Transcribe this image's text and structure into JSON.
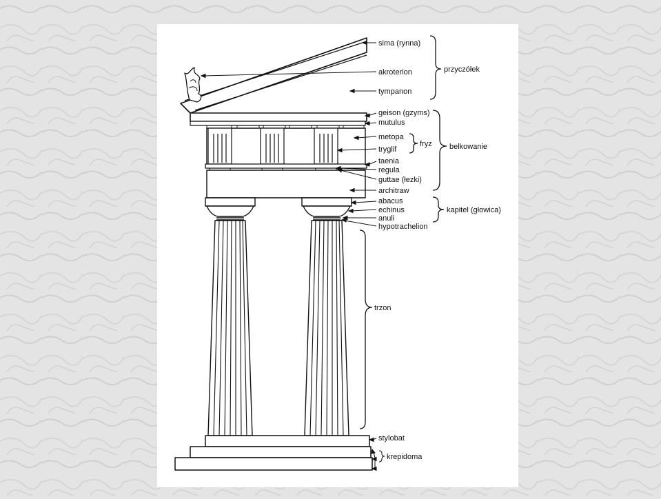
{
  "diagram": {
    "colors": {
      "background": "#e4e4e4",
      "paper": "#ffffff",
      "ink": "#111111"
    },
    "labels": {
      "sima": "sima (rynna)",
      "akroterion": "akroterion",
      "tympanon": "tympanon",
      "geison": "geison (gzyms)",
      "mutulus": "mutulus",
      "metopa": "metopa",
      "tryglif": "tryglif",
      "taenia": "taenia",
      "regula": "regula",
      "guttae": "guttae (łezki)",
      "architraw": "architraw",
      "abacus": "abacus",
      "echinus": "echinus",
      "anuli": "anuli",
      "hypotrachelion": "hypotrachelion",
      "trzon": "trzon",
      "stylobat": "stylobat",
      "krepidoma": "krepidoma"
    },
    "groups": {
      "przyczolek": "przyczółek",
      "fryz": "fryz",
      "belkowanie": "belkowanie",
      "kapitel": "kapitel (głowica)"
    }
  }
}
